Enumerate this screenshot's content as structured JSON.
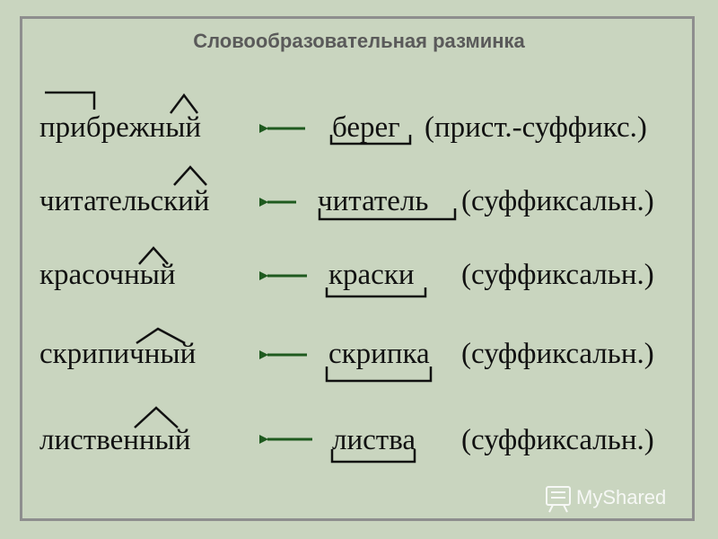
{
  "title": "Словообразовательная разминка",
  "rows": [
    {
      "derived": "прибрежный",
      "base": "берег",
      "method": "(прист.-суффикс.)"
    },
    {
      "derived": "читательский",
      "base": "читатель",
      "method": "(суффиксальн.)"
    },
    {
      "derived": "красочный",
      "base": "краски",
      "method": "(суффиксальн.)"
    },
    {
      "derived": "скрипичный",
      "base": "скрипка",
      "method": "(суффиксальн.)"
    },
    {
      "derived": "лиственный",
      "base": "листва",
      "method": "(суффиксальн.)"
    }
  ],
  "watermark": "MyShared",
  "colors": {
    "background": "#c9d5bf",
    "arrow": "#1f5a1f",
    "frame": "#8e8e8e"
  }
}
